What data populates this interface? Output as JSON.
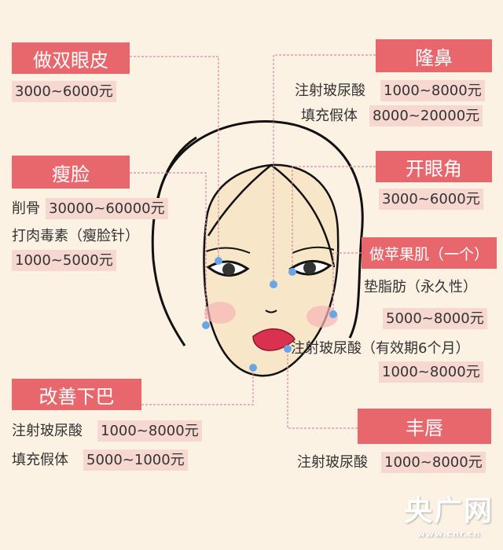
{
  "colors": {
    "header_bg": "#e8676c",
    "price_bg": "#f6d8d0",
    "background": "#fcf2e4",
    "dot": "#6aa6e6",
    "skin": "#f8e6c8"
  },
  "double_eyelid": {
    "title": "做双眼皮",
    "price": "3000~6000元"
  },
  "nose": {
    "title": "隆鼻",
    "items": [
      {
        "label": "注射玻尿酸",
        "price": "1000~8000元"
      },
      {
        "label": "填充假体",
        "price": "8000~20000元"
      }
    ]
  },
  "slim_face": {
    "title": "瘦脸",
    "items": [
      {
        "label": "削骨",
        "price": "30000~60000元"
      },
      {
        "label": "打肉毒素（瘦脸针）",
        "price": "1000~5000元"
      }
    ]
  },
  "eye_corner": {
    "title": "开眼角",
    "price": "3000~6000元"
  },
  "apple_cheek": {
    "title": "做苹果肌（一个）",
    "items": [
      {
        "label": "垫脂肪（永久性）",
        "price": "5000~8000元"
      },
      {
        "label": "注射玻尿酸（有效期6个月）",
        "price": "1000~8000元"
      }
    ]
  },
  "chin": {
    "title": "改善下巴",
    "items": [
      {
        "label": "注射玻尿酸",
        "price": "1000~8000元"
      },
      {
        "label": "填充假体",
        "price": "5000~1000元"
      }
    ]
  },
  "lips": {
    "title": "丰唇",
    "items": [
      {
        "label": "注射玻尿酸",
        "price": "1000~8000元"
      }
    ]
  },
  "watermark": {
    "logo": "央广网",
    "url": "www.cnr.cn"
  }
}
